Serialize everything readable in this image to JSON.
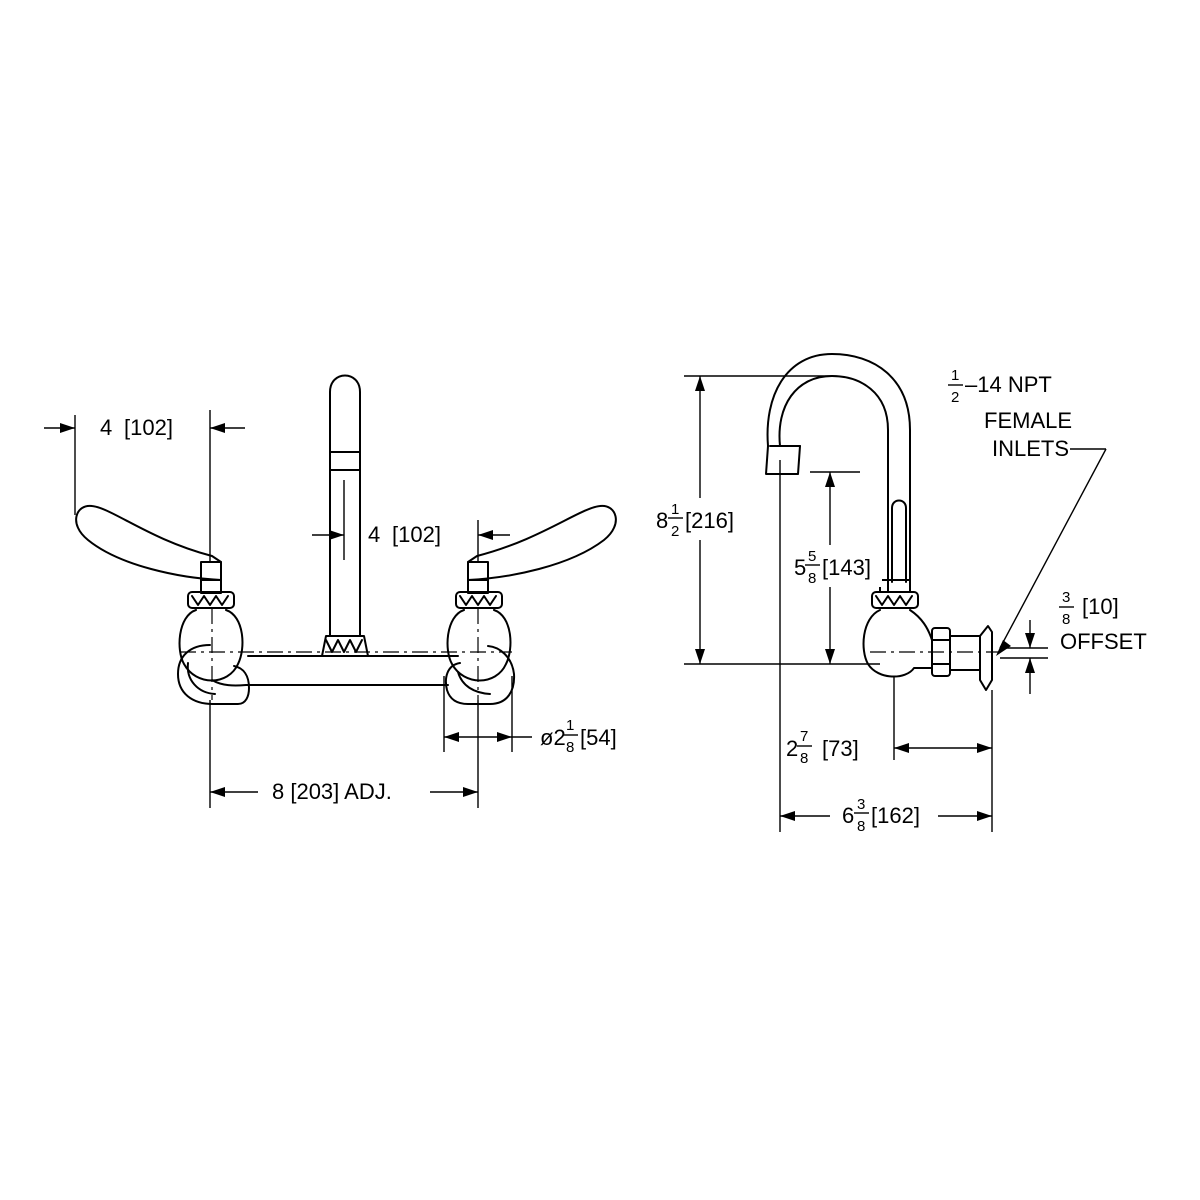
{
  "front_view": {
    "handle_reach_left": {
      "whole": "4",
      "metric": "[102]"
    },
    "handle_reach_right": {
      "whole": "4",
      "metric": "[102]"
    },
    "center_spacing": {
      "text": "8 [203] ADJ."
    },
    "flange_diameter": {
      "prefix": "ø2",
      "num": "1",
      "den": "8",
      "metric": "[54]"
    }
  },
  "side_view": {
    "inlet_note": {
      "num": "1",
      "den": "2",
      "line1": "–14 NPT",
      "line2": "FEMALE",
      "line3": "INLETS"
    },
    "overall_height": {
      "whole": "8",
      "num": "1",
      "den": "2",
      "metric": "[216]"
    },
    "spout_height": {
      "whole": "5",
      "num": "5",
      "den": "8",
      "metric": "[143]"
    },
    "offset": {
      "num": "3",
      "den": "8",
      "metric": "[10]",
      "label": "OFFSET"
    },
    "body_projection": {
      "whole": "2",
      "num": "7",
      "den": "8",
      "metric": "[73]"
    },
    "spout_reach": {
      "whole": "6",
      "num": "3",
      "den": "8",
      "metric": "[162]"
    }
  }
}
